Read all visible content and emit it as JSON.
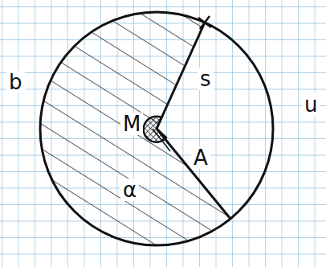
{
  "diagram": {
    "labels": [
      "b",
      "s",
      "u",
      "M",
      "A",
      "α"
    ]
  }
}
